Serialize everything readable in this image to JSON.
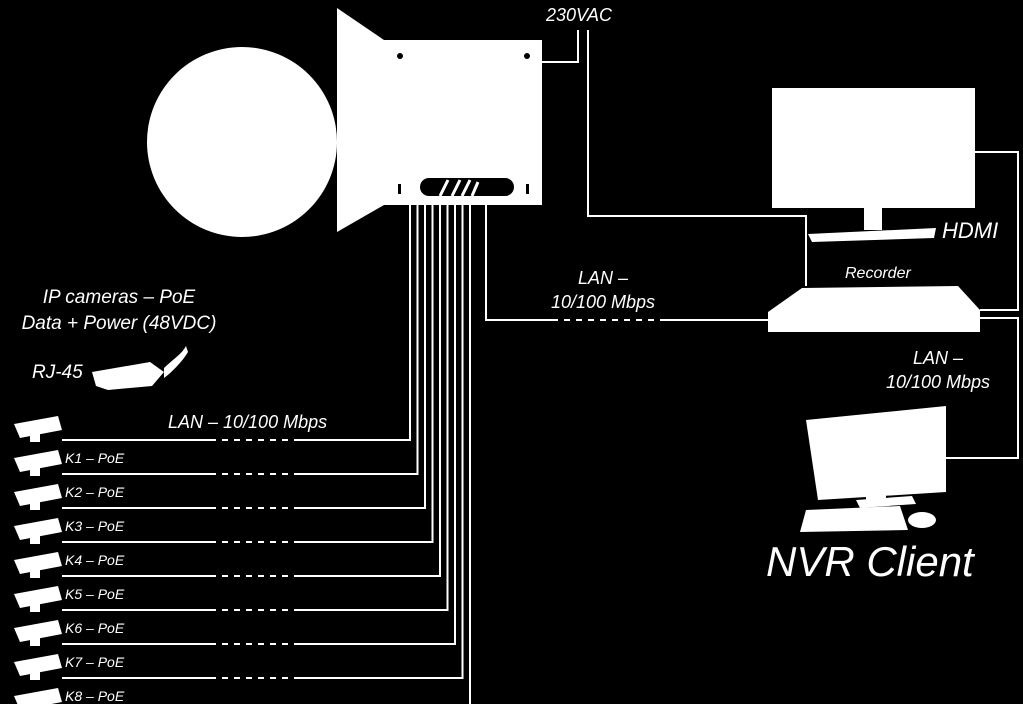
{
  "labels": {
    "power": "230VAC",
    "hdmi": "HDMI",
    "recorder": "Recorder",
    "lan_mid": [
      "LAN –",
      "10/100 Mbps"
    ],
    "lan_right": [
      "LAN –",
      "10/100 Mbps"
    ],
    "camera_title": [
      "IP cameras – PoE",
      "Data + Power (48VDC)"
    ],
    "rj45": "RJ-45",
    "lan_cameras": "LAN – 10/100 Mbps",
    "nvr_client": "NVR Client"
  },
  "cameras": [
    {
      "label": "K1 – PoE"
    },
    {
      "label": "K2 – PoE"
    },
    {
      "label": "K3 – PoE"
    },
    {
      "label": "K4 – PoE"
    },
    {
      "label": "K5 – PoE"
    },
    {
      "label": "K6 – PoE"
    },
    {
      "label": "K7 – PoE"
    },
    {
      "label": "K8 – PoE"
    }
  ],
  "colors": {
    "background": "#000000",
    "foreground": "#ffffff"
  }
}
